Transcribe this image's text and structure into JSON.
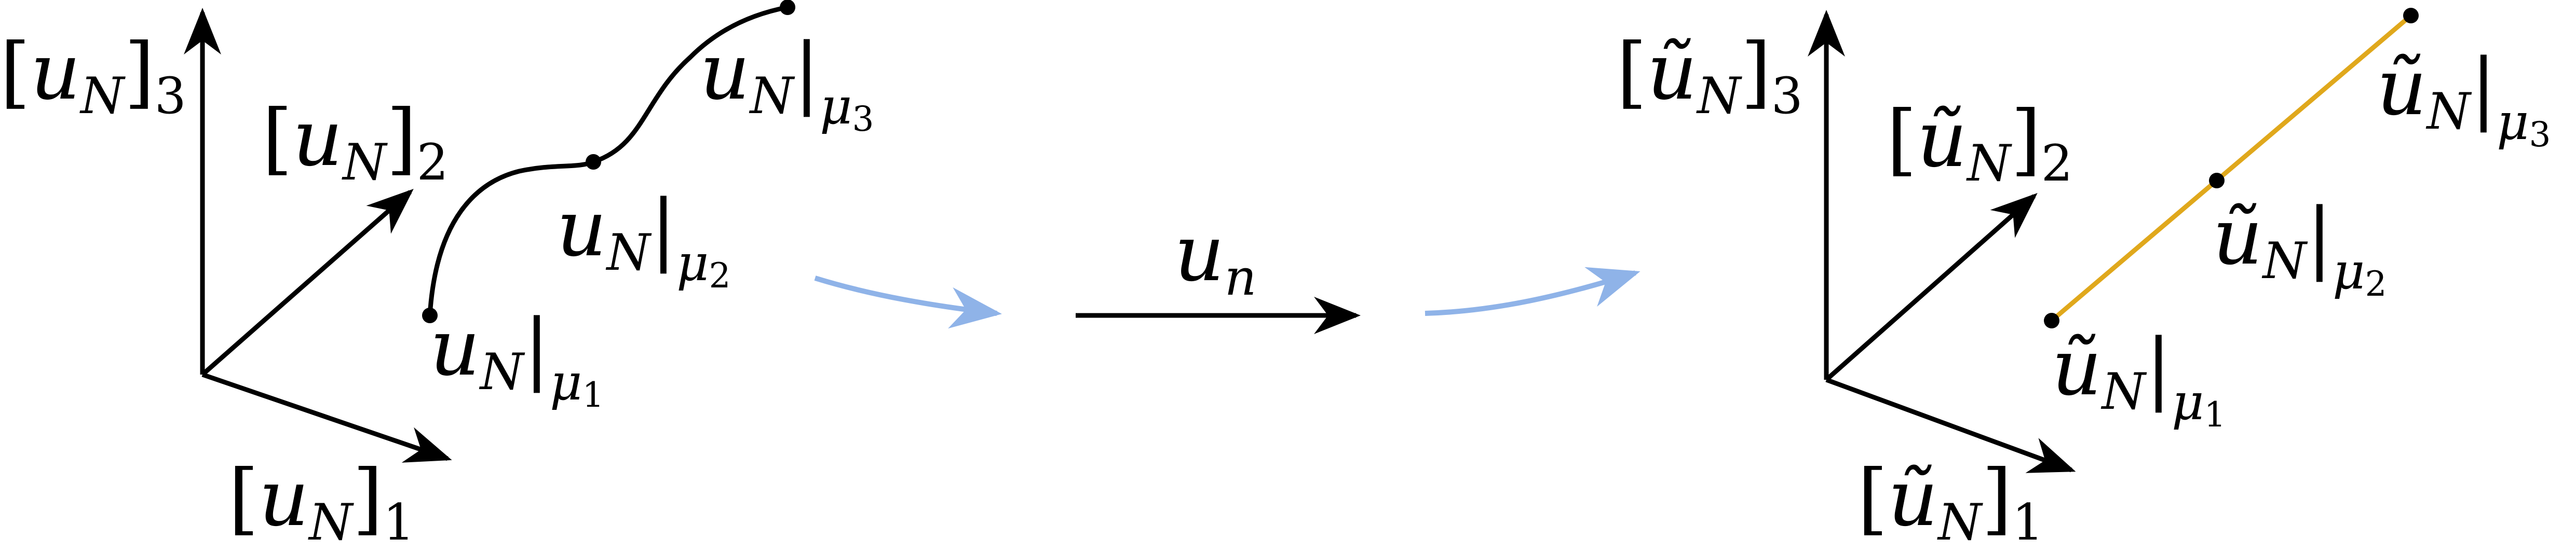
{
  "colors": {
    "ink": "#000000",
    "mapping_arrow": "#8fb3e8",
    "reduced_line": "#e0a81c"
  },
  "left_panel": {
    "axis_1": {
      "base": "u",
      "tilde": "",
      "sub": "N",
      "bracket_open": "[",
      "bracket_close": "]",
      "index": "1"
    },
    "axis_2": {
      "base": "u",
      "tilde": "",
      "sub": "N",
      "bracket_open": "[",
      "bracket_close": "]",
      "index": "2"
    },
    "axis_3": {
      "base": "u",
      "tilde": "",
      "sub": "N",
      "bracket_open": "[",
      "bracket_close": "]",
      "index": "3"
    },
    "points": [
      {
        "base": "u",
        "sub": "N",
        "bar": "|",
        "param": "μ",
        "param_index": "1"
      },
      {
        "base": "u",
        "sub": "N",
        "bar": "|",
        "param": "μ",
        "param_index": "2"
      },
      {
        "base": "u",
        "sub": "N",
        "bar": "|",
        "param": "μ",
        "param_index": "3"
      }
    ]
  },
  "middle": {
    "map_label": {
      "base": "u",
      "sub": "n"
    }
  },
  "right_panel": {
    "axis_1": {
      "base": "ũ",
      "sub": "N",
      "bracket_open": "[",
      "bracket_close": "]",
      "index": "1"
    },
    "axis_2": {
      "base": "ũ",
      "sub": "N",
      "bracket_open": "[",
      "bracket_close": "]",
      "index": "2"
    },
    "axis_3": {
      "base": "ũ",
      "sub": "N",
      "bracket_open": "[",
      "bracket_close": "]",
      "index": "3"
    },
    "points": [
      {
        "base": "ũ",
        "sub": "N",
        "bar": "|",
        "param": "μ",
        "param_index": "1"
      },
      {
        "base": "ũ",
        "sub": "N",
        "bar": "|",
        "param": "μ",
        "param_index": "2"
      },
      {
        "base": "ũ",
        "sub": "N",
        "bar": "|",
        "param": "μ",
        "param_index": "3"
      }
    ]
  }
}
